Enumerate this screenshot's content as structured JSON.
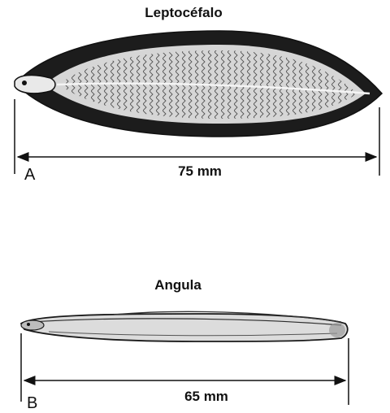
{
  "panel_a": {
    "title": "Leptocéfalo",
    "letter": "A",
    "length_label": "75 mm"
  },
  "panel_b": {
    "title": "Angula",
    "letter": "B",
    "length_label": "65 mm"
  },
  "colors": {
    "ink": "#111111",
    "body_fill": "#d9d9d9",
    "dark_band": "#1a1a1a"
  }
}
